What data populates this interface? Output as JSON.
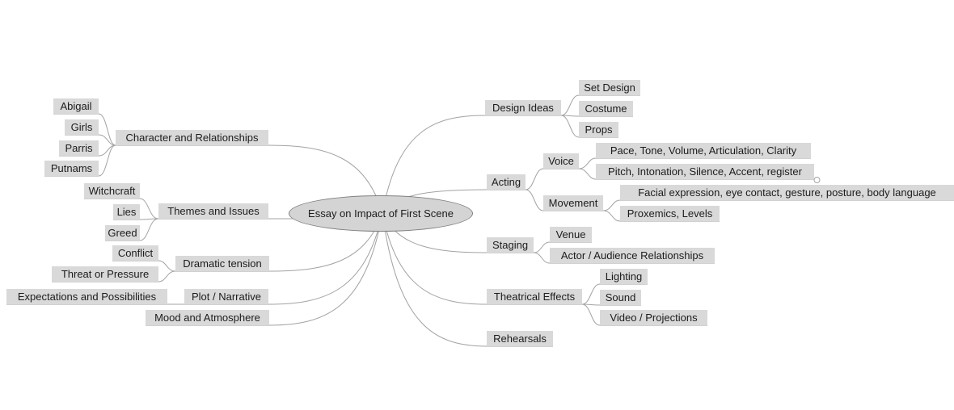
{
  "diagram": {
    "root": {
      "label": "Essay on Impact of First Scene"
    },
    "left": [
      {
        "label": "Character and Relationships",
        "children": [
          {
            "label": "Abigail"
          },
          {
            "label": "Girls"
          },
          {
            "label": "Parris"
          },
          {
            "label": "Putnams"
          }
        ]
      },
      {
        "label": "Themes and Issues",
        "children": [
          {
            "label": "Witchcraft"
          },
          {
            "label": "Lies"
          },
          {
            "label": "Greed"
          }
        ]
      },
      {
        "label": "Dramatic tension",
        "children": [
          {
            "label": "Conflict"
          },
          {
            "label": "Threat or Pressure"
          }
        ]
      },
      {
        "label": "Plot / Narrative",
        "children": [
          {
            "label": "Expectations and Possibilities"
          }
        ]
      },
      {
        "label": "Mood and Atmosphere",
        "children": []
      }
    ],
    "right": [
      {
        "label": "Design Ideas",
        "children": [
          {
            "label": "Set Design"
          },
          {
            "label": "Costume"
          },
          {
            "label": "Props"
          }
        ]
      },
      {
        "label": "Acting",
        "children": [
          {
            "label": "Voice",
            "children": [
              {
                "label": "Pace, Tone, Volume, Articulation, Clarity"
              },
              {
                "label": "Pitch, Intonation, Silence, Accent, register",
                "has_folded_handle": true
              }
            ]
          },
          {
            "label": "Movement",
            "children": [
              {
                "label": "Facial expression, eye contact, gesture, posture, body language"
              },
              {
                "label": "Proxemics, Levels"
              }
            ]
          }
        ]
      },
      {
        "label": "Staging",
        "children": [
          {
            "label": "Venue"
          },
          {
            "label": "Actor / Audience Relationships"
          }
        ]
      },
      {
        "label": "Theatrical Effects",
        "children": [
          {
            "label": "Lighting"
          },
          {
            "label": "Sound"
          },
          {
            "label": "Video / Projections"
          }
        ]
      },
      {
        "label": "Rehearsals",
        "children": []
      }
    ]
  },
  "colors": {
    "background": "#ffffff",
    "node_background": "#d9d9d9",
    "node_text": "#1c1c1c",
    "edge": "#a3a3a3",
    "root_fill": "#d4d4d4",
    "root_stroke": "#7f7f7f"
  }
}
